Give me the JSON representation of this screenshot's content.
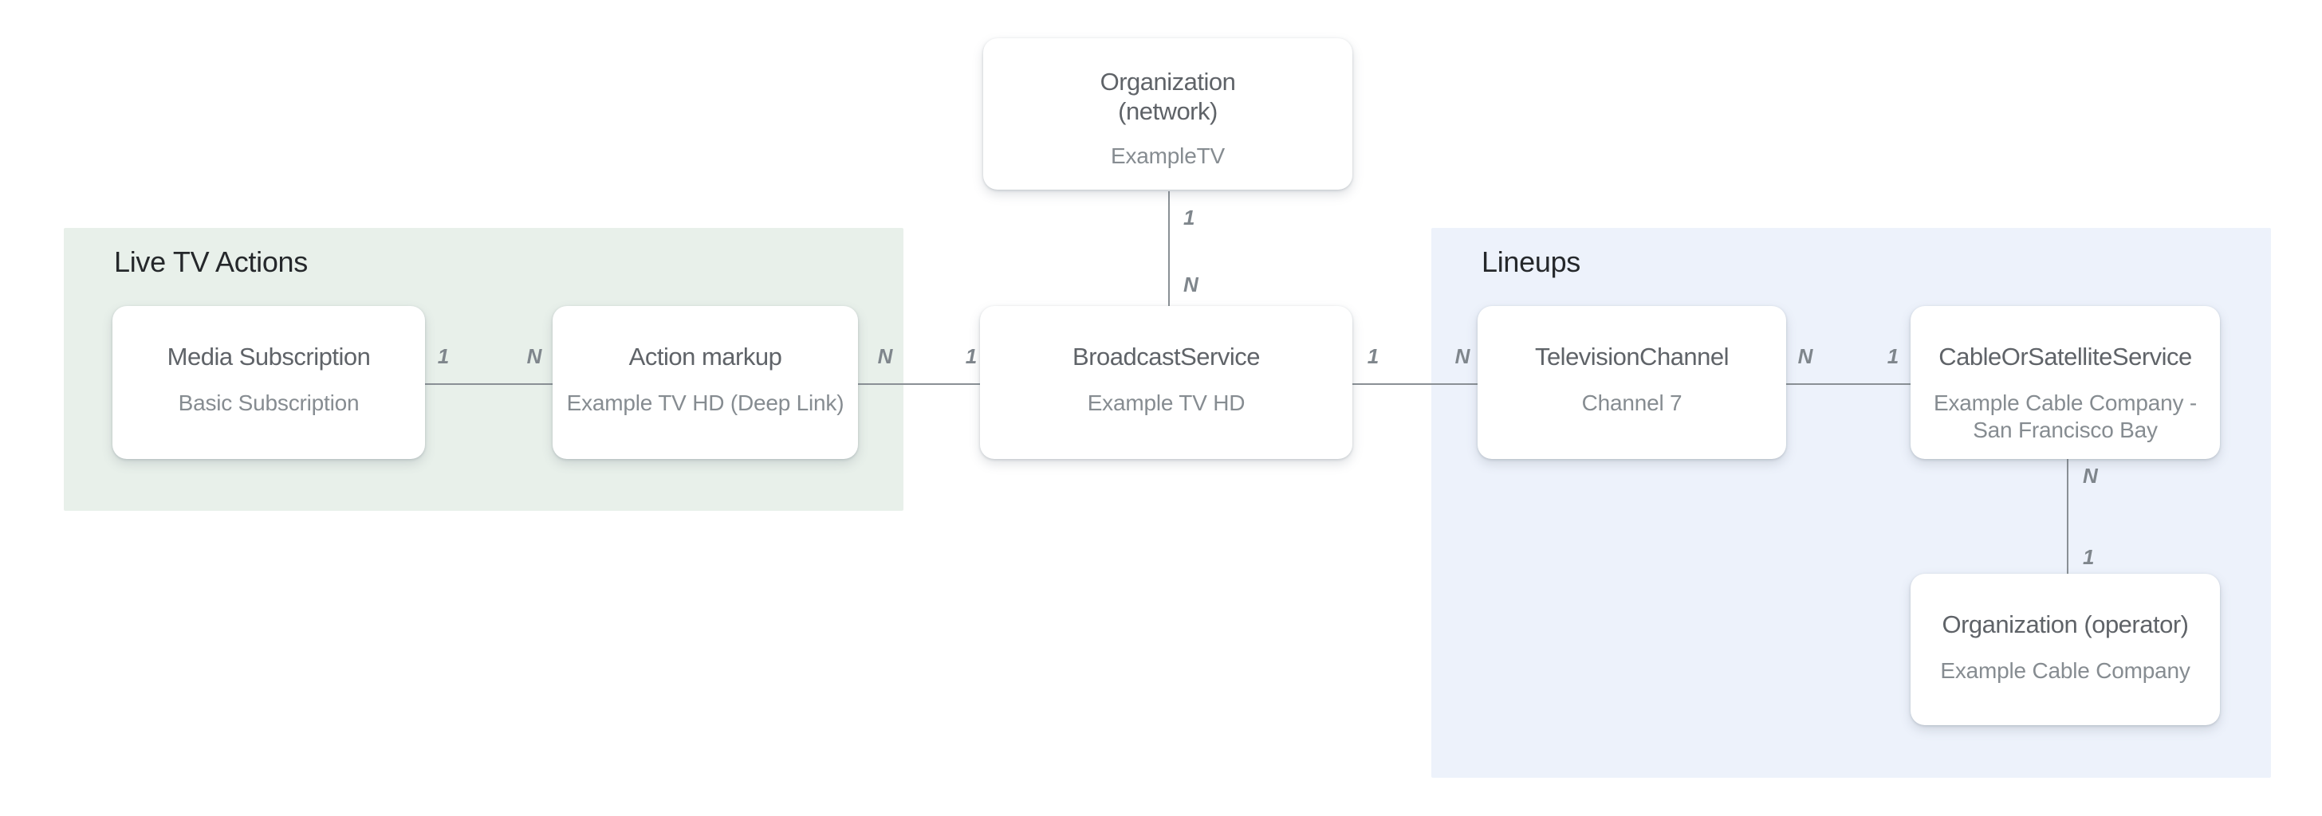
{
  "diagram": {
    "regions": [
      {
        "label": "Live TV Actions"
      },
      {
        "label": "Lineups"
      }
    ],
    "nodes": [
      {
        "title_lines": [
          "Organization",
          "(network)"
        ],
        "subtitle": "ExampleTV"
      },
      {
        "title": "Media Subscription",
        "subtitle": "Basic Subscription"
      },
      {
        "title": "Action markup",
        "subtitle": "Example TV HD (Deep Link)"
      },
      {
        "title": "BroadcastService",
        "subtitle": "Example TV HD"
      },
      {
        "title": "TelevisionChannel",
        "subtitle": "Channel 7"
      },
      {
        "title": "CableOrSatelliteService",
        "subtitle": "Example Cable Company - San Francisco Bay"
      },
      {
        "title": "Organization (operator)",
        "subtitle": "Example Cable Company"
      }
    ],
    "edge_labels": [
      {
        "at": "media-subscription-right",
        "text": "1"
      },
      {
        "at": "action-markup-left",
        "text": "N"
      },
      {
        "at": "action-markup-right",
        "text": "N"
      },
      {
        "at": "broadcast-service-left",
        "text": "1"
      },
      {
        "at": "broadcast-service-right",
        "text": "1"
      },
      {
        "at": "television-channel-left",
        "text": "N"
      },
      {
        "at": "television-channel-right",
        "text": "N"
      },
      {
        "at": "cable-or-satellite-service-left",
        "text": "1"
      },
      {
        "at": "organization-network-bottom",
        "text": "1"
      },
      {
        "at": "broadcast-service-top",
        "text": "N"
      },
      {
        "at": "cable-or-satellite-service-bottom",
        "text": "N"
      },
      {
        "at": "organization-operator-top",
        "text": "1"
      }
    ],
    "colors": {
      "live_tv_actions_bg": "#E8F0EA",
      "lineups_bg": "#EDF2FB",
      "node_bg": "#FFFFFF",
      "node_title": "#5F6368",
      "node_subtitle": "#868C91",
      "section_title": "#25282B",
      "connector_line": "#8A9095",
      "edge_label": "#7F868C"
    }
  }
}
